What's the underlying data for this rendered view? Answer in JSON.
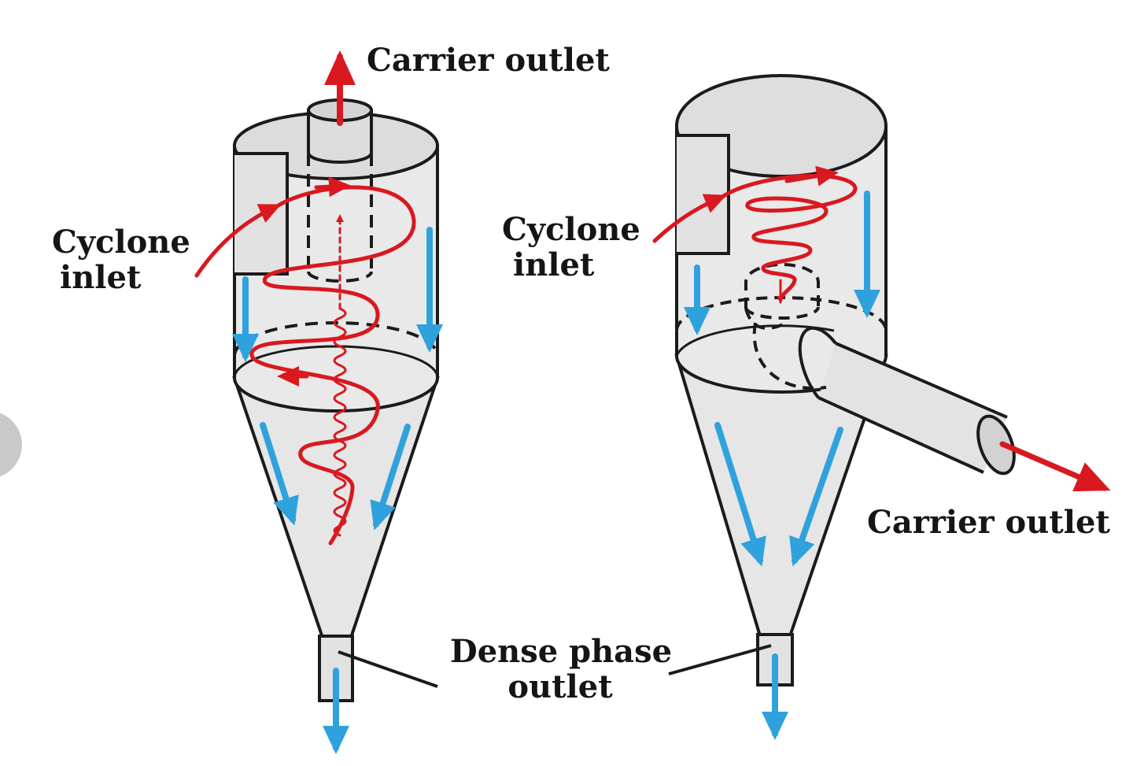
{
  "colors": {
    "flow_red": "#d91820",
    "flow_blue": "#2fa2dd",
    "body_fill": "#e6e6e6",
    "outline": "#1b1b1b",
    "text": "#151515"
  },
  "labels": {
    "left_carrier_outlet": "Carrier outlet",
    "left_cyclone_inlet": [
      "Cyclone",
      "inlet"
    ],
    "right_cyclone_inlet": [
      "Cyclone",
      "inlet"
    ],
    "right_carrier_outlet": "Carrier outlet",
    "dense_phase_outlet": [
      "Dense phase",
      "outlet"
    ]
  }
}
